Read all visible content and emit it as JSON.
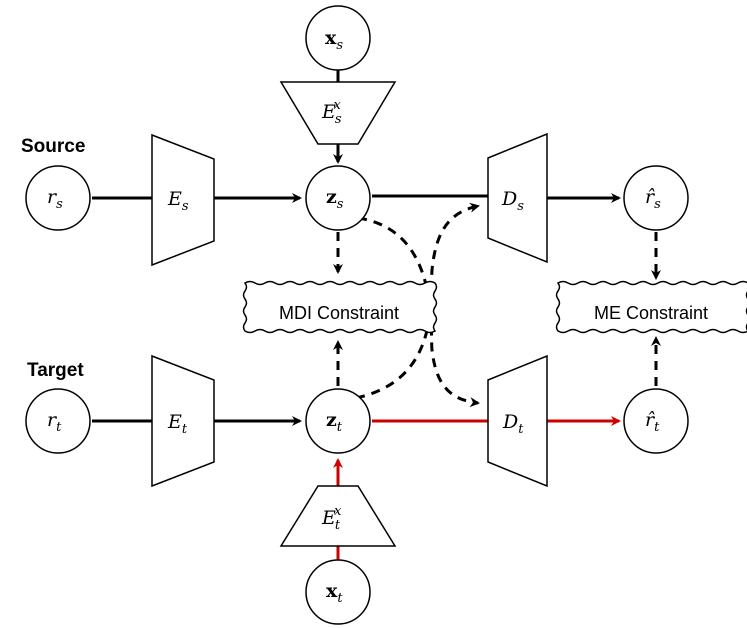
{
  "sections": {
    "source": "Source",
    "target": "Target"
  },
  "constraints": {
    "mdi": "MDI Constraint",
    "me": "ME Constraint"
  },
  "nodes": {
    "xs": {
      "main": "x",
      "sub": "s"
    },
    "rs": {
      "main": "r",
      "sub": "s"
    },
    "zs": {
      "main": "z",
      "sub": "s"
    },
    "rs_hat": {
      "main": "r̂",
      "sub": "s"
    },
    "rt": {
      "main": "r",
      "sub": "t"
    },
    "zt": {
      "main": "z",
      "sub": "t"
    },
    "rt_hat": {
      "main": "r̂",
      "sub": "t"
    },
    "xt": {
      "main": "x",
      "sub": "t"
    }
  },
  "blocks": {
    "Esx": {
      "main": "E",
      "sub": "s",
      "sup": "x"
    },
    "Es": {
      "main": "E",
      "sub": "s"
    },
    "Ds": {
      "main": "D",
      "sub": "s"
    },
    "Et": {
      "main": "E",
      "sub": "t"
    },
    "Dt": {
      "main": "D",
      "sub": "t"
    },
    "Etx": {
      "main": "E",
      "sub": "t",
      "sup": "x"
    }
  },
  "colors": {
    "line": "#000000",
    "highlight": "#cc0000"
  }
}
